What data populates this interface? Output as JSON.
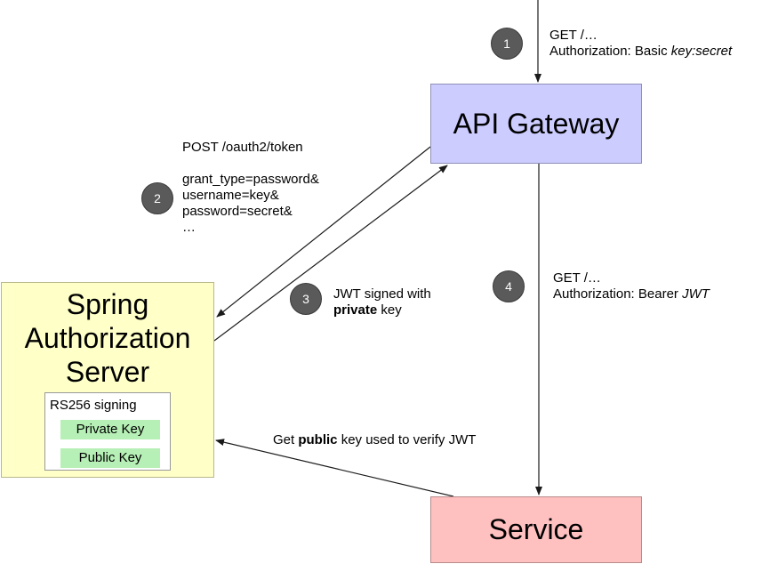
{
  "nodes": {
    "api_gateway": "API Gateway",
    "service": "Service",
    "auth_server": {
      "title_lines": [
        "Spring",
        "Authorization",
        "Server"
      ],
      "signing_label": "RS256 signing",
      "private_key": "Private Key",
      "public_key": "Public Key"
    }
  },
  "steps": {
    "s1": "1",
    "s2": "2",
    "s3": "3",
    "s4": "4"
  },
  "labels": {
    "step1": {
      "line1": "GET /…",
      "line2_prefix": "Authorization: Basic ",
      "line2_em": "key:secret"
    },
    "step2": {
      "line1": "POST /oauth2/token",
      "line3": "grant_type=password&",
      "line4": "username=key&",
      "line5": "password=secret&",
      "line6": "…"
    },
    "step3": {
      "line1": "JWT signed with",
      "line2_bold": "private",
      "line2_rest": " key"
    },
    "step4": {
      "line1": "GET /…",
      "line2_prefix": "Authorization: Bearer ",
      "line2_em": "JWT"
    },
    "public_key_fetch": {
      "prefix": "Get ",
      "bold": "public",
      "rest": " key used to verify JWT"
    }
  },
  "colors": {
    "api_gateway": "#ccccff",
    "service": "#ffc0c0",
    "auth_server": "#ffffc8",
    "key_chip": "#b6f0b6",
    "step_circle": "#5a5a5a",
    "arrow": "#1a1a1a"
  }
}
